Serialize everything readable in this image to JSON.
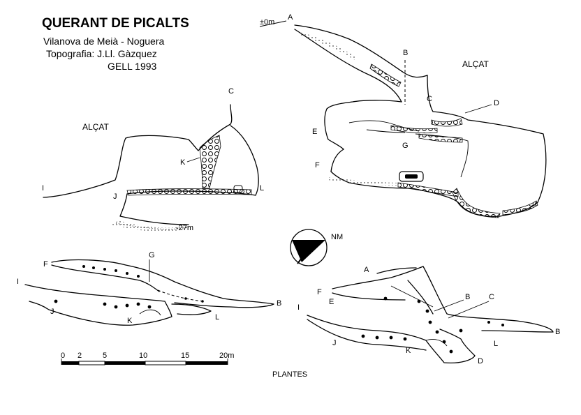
{
  "header": {
    "title": "QUERANT DE PICALTS",
    "location": "Vilanova de Meià - Noguera",
    "survey": "Topografia: J.Ll. Gàzquez",
    "club_year": "GELL  1993"
  },
  "left_elevation": {
    "view_label": "ALÇAT",
    "station_labels": [
      "C",
      "K",
      "I",
      "J",
      "L"
    ],
    "depth_label": "-27m"
  },
  "right_elevation": {
    "view_label": "ALÇAT",
    "datum_label": "±0m",
    "station_labels": [
      "A",
      "B",
      "C",
      "D",
      "E",
      "F",
      "G"
    ]
  },
  "north_arrow": {
    "label": "NM"
  },
  "left_plan": {
    "station_labels": [
      "F",
      "G",
      "I",
      "J",
      "K",
      "L",
      "B"
    ]
  },
  "right_plan": {
    "station_labels": [
      "A",
      "F",
      "E",
      "I",
      "B",
      "C",
      "J",
      "K",
      "L",
      "D",
      "B"
    ]
  },
  "scale_bar": {
    "ticks": [
      "0",
      "2",
      "5",
      "10",
      "15",
      "20m"
    ],
    "tick_values": [
      0,
      2,
      5,
      10,
      15,
      20
    ]
  },
  "footer": {
    "plans_label": "PLANTES"
  },
  "colors": {
    "ink": "#000000",
    "paper": "#ffffff"
  }
}
